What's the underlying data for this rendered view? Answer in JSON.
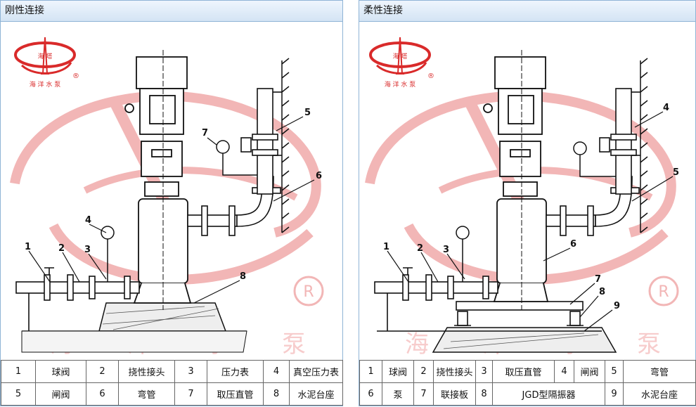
{
  "left": {
    "title": "刚性连接",
    "logo_top": "海 塔",
    "logo_bottom": "海 洋 水 泵",
    "registered": "®",
    "watermark_text": [
      "海",
      "洋",
      "水",
      "泵"
    ],
    "callouts": [
      "1",
      "2",
      "3",
      "4",
      "5",
      "6",
      "7",
      "8"
    ],
    "legend_rows": [
      [
        {
          "n": "1",
          "name": "球阀"
        },
        {
          "n": "2",
          "name": "挠性接头"
        },
        {
          "n": "3",
          "name": "压力表"
        },
        {
          "n": "4",
          "name": "真空压力表"
        }
      ],
      [
        {
          "n": "5",
          "name": "闸阀"
        },
        {
          "n": "6",
          "name": "弯管"
        },
        {
          "n": "7",
          "name": "取压直管"
        },
        {
          "n": "8",
          "name": "水泥台座"
        }
      ]
    ]
  },
  "right": {
    "title": "柔性连接",
    "logo_top": "海 塔",
    "logo_bottom": "海 洋 水 泵",
    "registered": "®",
    "watermark_text": [
      "海",
      "洋",
      "水",
      "泵"
    ],
    "callouts": [
      "1",
      "2",
      "3",
      "4",
      "5",
      "6",
      "7",
      "8",
      "9"
    ],
    "legend_rows": [
      [
        {
          "n": "1",
          "name": "球阀"
        },
        {
          "n": "2",
          "name": "挠性接头"
        },
        {
          "n": "3",
          "name": "取压直管"
        },
        {
          "n": "4",
          "name": "闸阀"
        },
        {
          "n": "5",
          "name": "弯管"
        }
      ],
      [
        {
          "n": "6",
          "name": "泵"
        },
        {
          "n": "7",
          "name": "联接板"
        },
        {
          "n": "8",
          "name": "JGD型隔振器"
        },
        {
          "n": "9",
          "name": "水泥台座"
        }
      ]
    ]
  },
  "colors": {
    "watermark": "#f2b6b6",
    "logo": "#d92a2a",
    "line": "#111111",
    "header_border": "#8fb4d6"
  }
}
